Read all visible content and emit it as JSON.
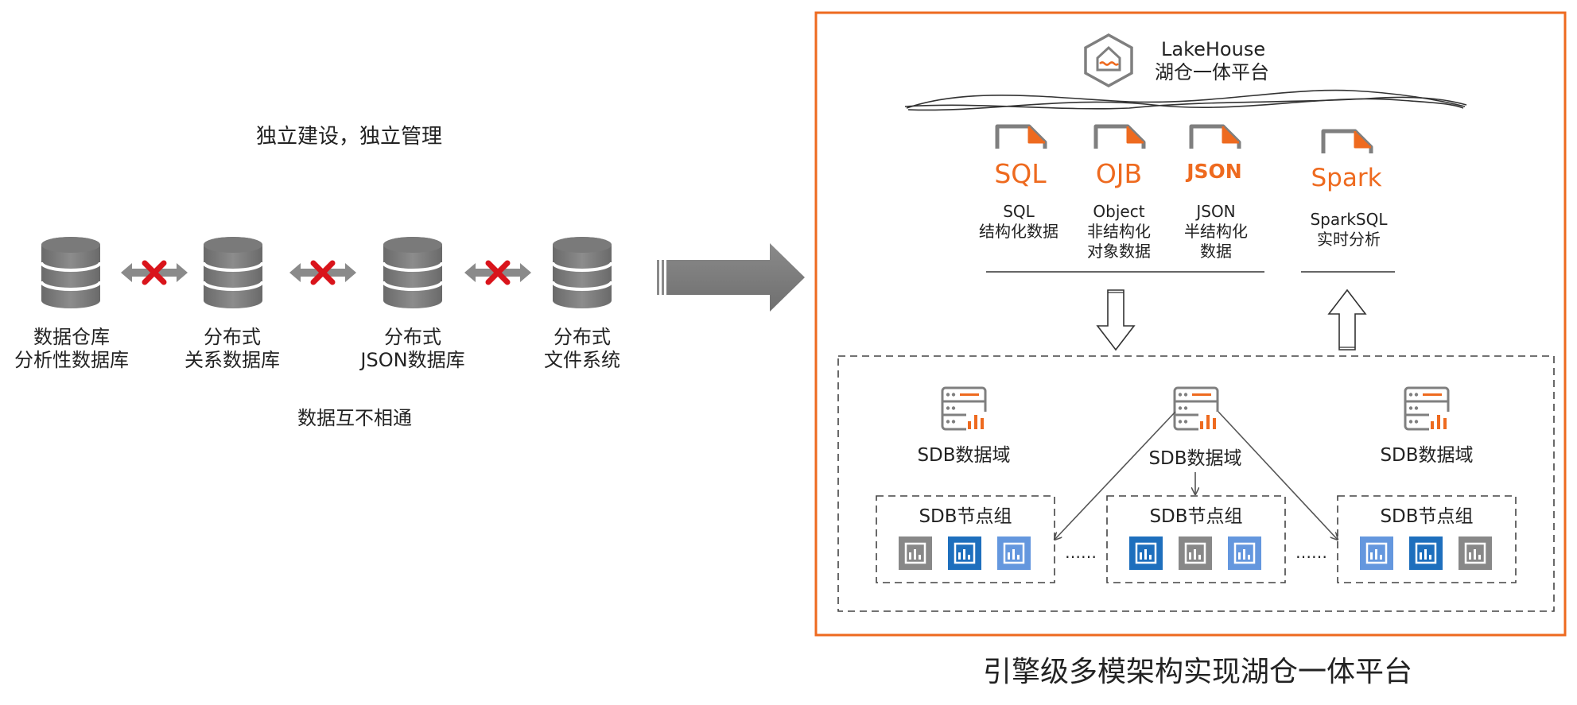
{
  "colors": {
    "accent": "#EE6A1F",
    "gray": "#7F7F7F",
    "dark_blue": "#1E6FBD",
    "light_blue": "#6497DE",
    "cross_red": "#D9141B",
    "text": "#222222"
  },
  "left_panel": {
    "heading": "独立建设，独立管理",
    "databases": [
      {
        "line1": "数据仓库",
        "line2": "分析性数据库"
      },
      {
        "line1": "分布式",
        "line2": "关系数据库"
      },
      {
        "line1": "分布式",
        "line2": "JSON数据库"
      },
      {
        "line1": "分布式",
        "line2": "文件系统"
      }
    ],
    "footer": "数据互不相通"
  },
  "right_panel": {
    "platform": {
      "name_en": "LakeHouse",
      "name_cn": "湖仓一体平台",
      "icon": "house-icon"
    },
    "formats": [
      {
        "icon_text": "SQL",
        "line1": "SQL",
        "line2": "结构化数据",
        "line3": ""
      },
      {
        "icon_text": "OJB",
        "line1": "Object",
        "line2": "非结构化",
        "line3": "对象数据"
      },
      {
        "icon_text": "JSON",
        "line1": "JSON",
        "line2": "半结构化",
        "line3": "数据"
      },
      {
        "icon_text": "Spark",
        "line1": "SparkSQL",
        "line2": "实时分析",
        "line3": ""
      }
    ],
    "domains": [
      {
        "label": "SDB数据域"
      },
      {
        "label": "SDB数据域"
      },
      {
        "label": "SDB数据域"
      }
    ],
    "node_groups": [
      {
        "label": "SDB节点组",
        "nodes": [
          "orange",
          "dark_blue",
          "light_blue"
        ]
      },
      {
        "label": "SDB节点组",
        "nodes": [
          "dark_blue",
          "orange",
          "light_blue"
        ]
      },
      {
        "label": "SDB节点组",
        "nodes": [
          "light_blue",
          "dark_blue",
          "orange"
        ]
      }
    ],
    "ellipsis": "……",
    "caption": "引擎级多模架构实现湖仓一体平台"
  }
}
